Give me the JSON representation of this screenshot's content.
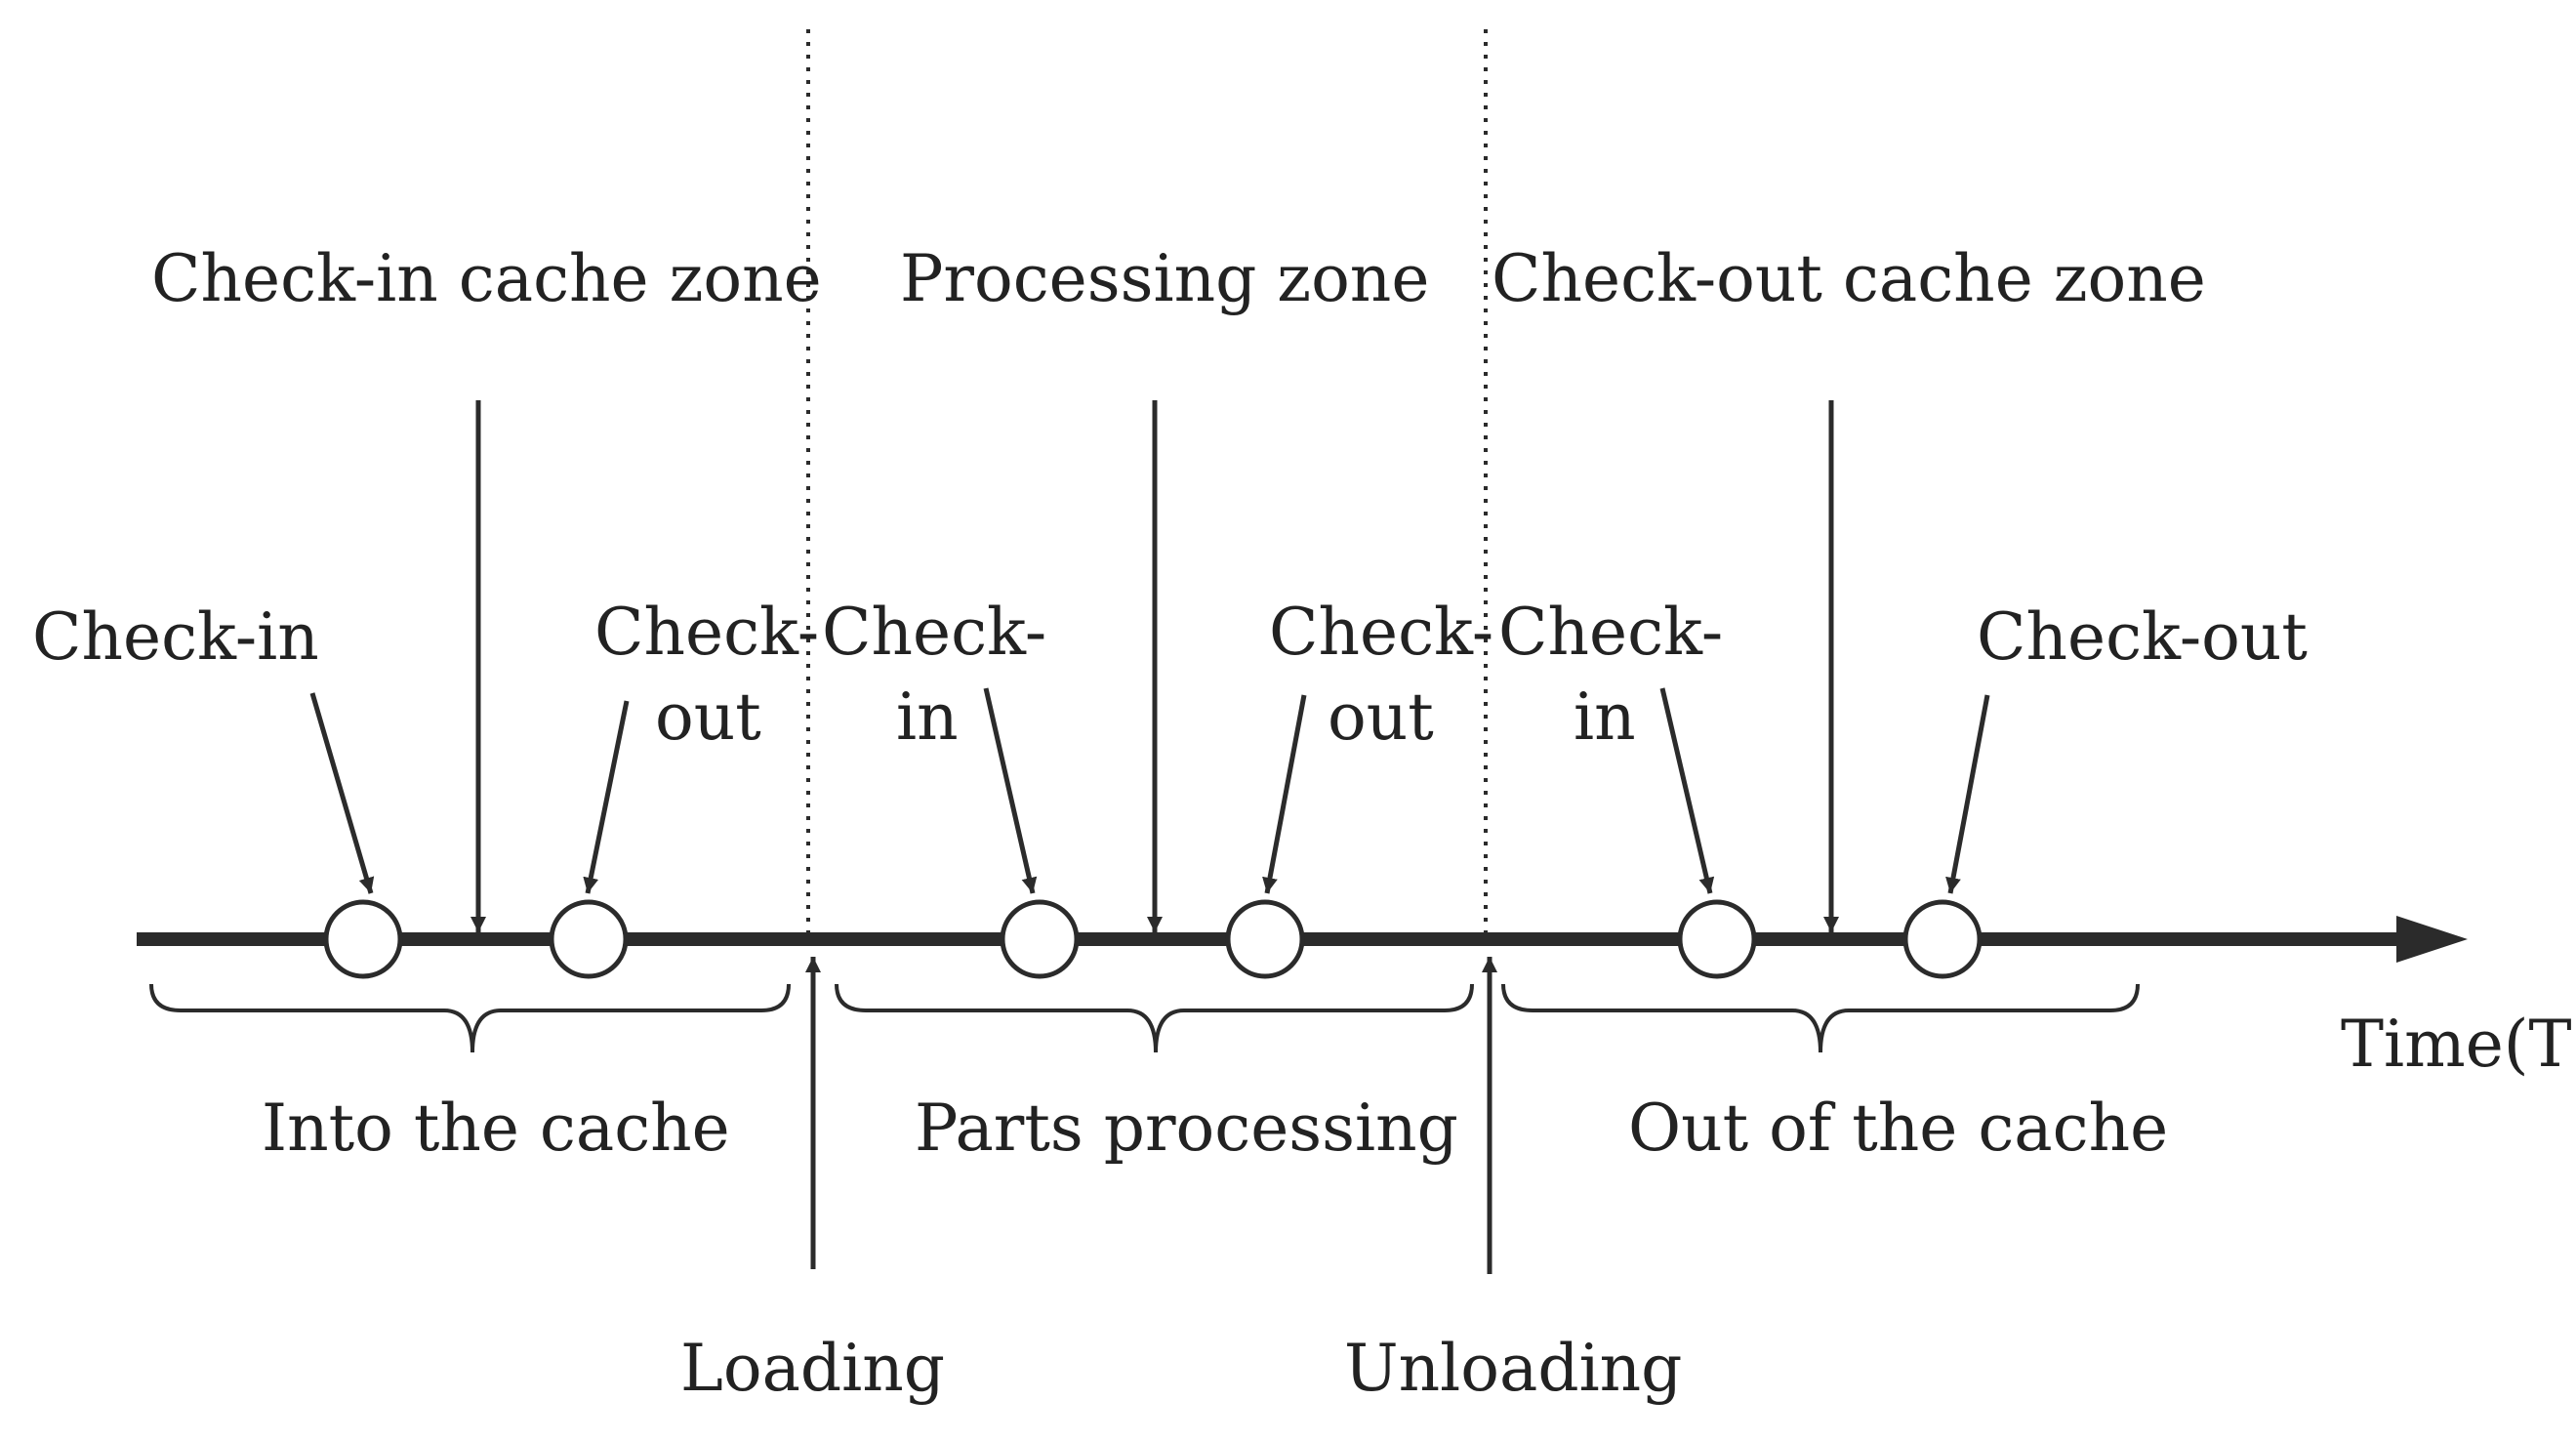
{
  "zones": {
    "checkin_cache": "Check-in cache zone",
    "processing": "Processing zone",
    "checkout_cache": "Check-out cache zone"
  },
  "events": {
    "zone1_checkin": "Check-in",
    "zone1_checkout_top": "Check-",
    "zone1_checkout_bottom": "out",
    "zone2_checkin_top": "Check-",
    "zone2_checkin_bottom": "in",
    "zone2_checkout_top": "Check-",
    "zone2_checkout_bottom": "out",
    "zone3_checkin_top": "Check-",
    "zone3_checkin_bottom": "in",
    "zone3_checkout": "Check-out"
  },
  "phases": {
    "into_cache": "Into the cache",
    "parts_processing": "Parts processing",
    "out_of_cache": "Out of the cache"
  },
  "transitions": {
    "loading": "Loading",
    "unloading": "Unloading"
  },
  "axis": {
    "label": "Time(T)"
  },
  "colors": {
    "ink": "#2b2b2b",
    "background": "#ffffff"
  }
}
